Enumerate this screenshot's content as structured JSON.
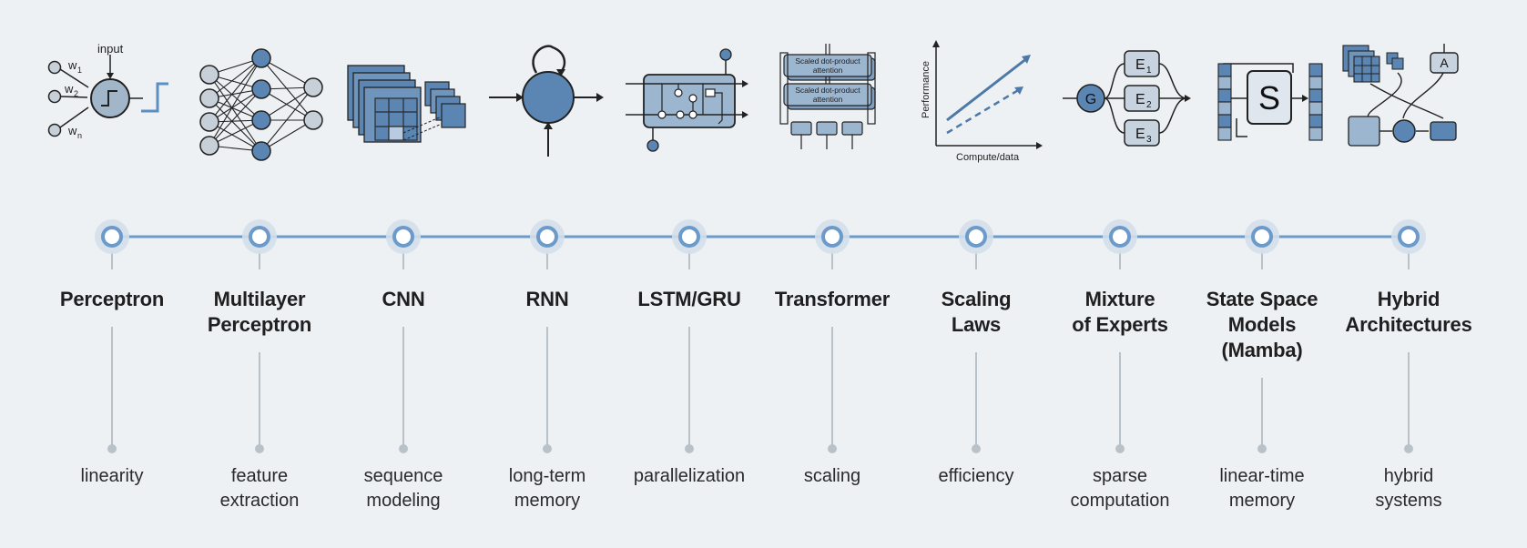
{
  "milestones": [
    {
      "title": "Perceptron",
      "sub": "linearity",
      "icon": "perceptron-icon"
    },
    {
      "title": "Multilayer\nPerceptron",
      "sub": "feature\nextraction",
      "icon": "mlp-icon"
    },
    {
      "title": "CNN",
      "sub": "sequence\nmodeling",
      "icon": "cnn-icon"
    },
    {
      "title": "RNN",
      "sub": "long-term\nmemory",
      "icon": "rnn-icon"
    },
    {
      "title": "LSTM/GRU",
      "sub": "parallelization",
      "icon": "lstm-icon"
    },
    {
      "title": "Transformer",
      "sub": "scaling",
      "icon": "transformer-icon"
    },
    {
      "title": "Scaling\nLaws",
      "sub": "efficiency",
      "icon": "scaling-laws-icon"
    },
    {
      "title": "Mixture\nof Experts",
      "sub": "sparse\ncomputation",
      "icon": "moe-icon"
    },
    {
      "title": "State Space\nModels\n(Mamba)",
      "sub": "linear-time\nmemory",
      "icon": "ssm-icon"
    },
    {
      "title": "Hybrid\nArchitectures",
      "sub": "hybrid\nsystems",
      "icon": "hybrid-icon"
    }
  ],
  "icon_text": {
    "perceptron_input": "input",
    "perceptron_w1": "w",
    "perceptron_w1_sub": "1",
    "perceptron_w2": "w",
    "perceptron_w2_sub": "2",
    "perceptron_wn": "w",
    "perceptron_wn_sub": "n",
    "attention_1": "Scaled dot-product",
    "attention_1b": "attention",
    "attention_2": "Scaled dot-product",
    "attention_2b": "attention",
    "scaling_ylabel": "Performance",
    "scaling_xlabel": "Compute/data",
    "moe_gate": "G",
    "moe_e1": "E",
    "moe_e1_sub": "1",
    "moe_e2": "E",
    "moe_e2_sub": "2",
    "moe_e3": "E",
    "moe_e3_sub": "3",
    "ssm_label": "S",
    "hybrid_label": "A"
  },
  "colors": {
    "accent": "#5a8fc4",
    "fill": "#5b86b3",
    "fill_light": "#9db6cf",
    "line": "#1c1c1c",
    "timeline": "#6c9bcb",
    "connector": "#b9c1c9"
  }
}
